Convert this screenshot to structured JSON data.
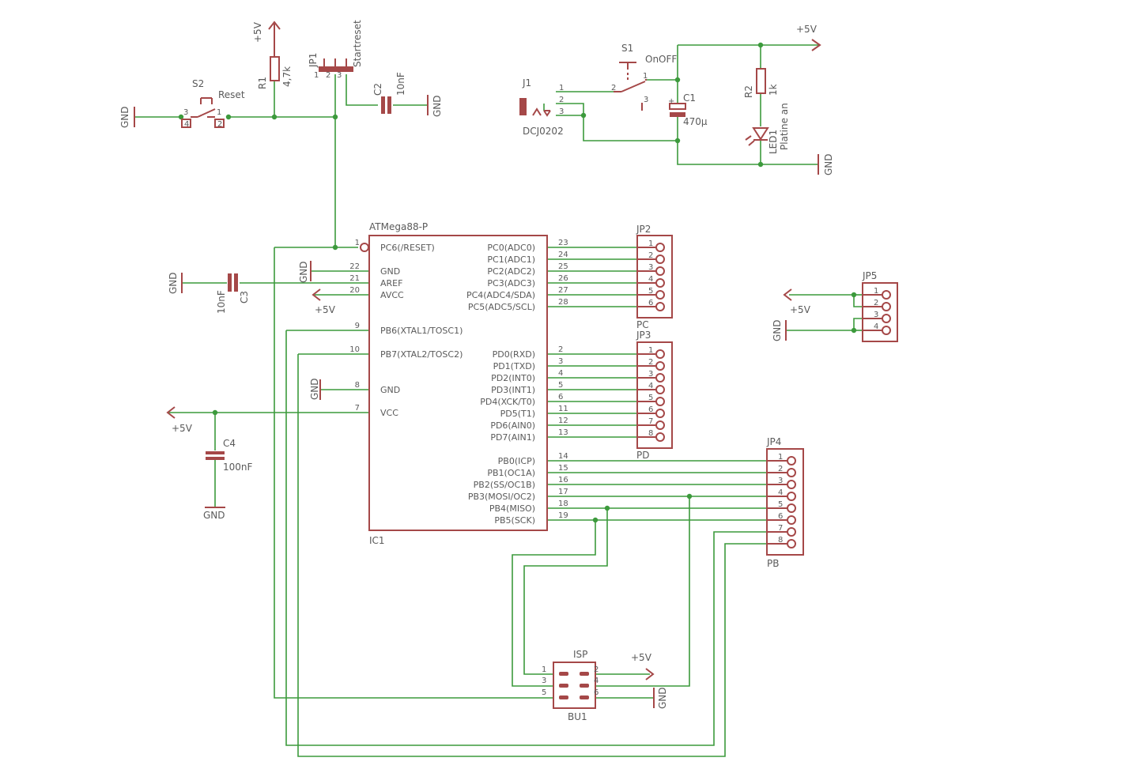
{
  "supply": {
    "vcc": "+5V",
    "gnd": "GND"
  },
  "reset": {
    "s2_ref": "S2",
    "s2_value": "Reset",
    "r1_ref": "R1",
    "r1_value": "4,7k",
    "jp1_ref": "JP1",
    "jp1_value": "Startreset",
    "c2_ref": "C2",
    "c2_value": "10nF"
  },
  "power": {
    "j1_ref": "J1",
    "j1_value": "DCJ0202",
    "s1_ref": "S1",
    "s1_value": "OnOFF",
    "c1_ref": "C1",
    "c1_value": "470µ",
    "r2_ref": "R2",
    "r2_value": "1k",
    "led_ref": "LED1",
    "led_value": "Platine an"
  },
  "mcu": {
    "ref": "IC1",
    "name": "ATMega88-P",
    "left_pins": [
      {
        "num": "1",
        "name": "PC6(/RESET)"
      },
      {
        "num": "22",
        "name": "GND"
      },
      {
        "num": "21",
        "name": "AREF"
      },
      {
        "num": "20",
        "name": "AVCC"
      },
      {
        "num": "9",
        "name": "PB6(XTAL1/TOSC1)"
      },
      {
        "num": "10",
        "name": "PB7(XTAL2/TOSC2)"
      },
      {
        "num": "8",
        "name": "GND"
      },
      {
        "num": "7",
        "name": "VCC"
      }
    ],
    "right_pins": [
      {
        "num": "23",
        "name": "PC0(ADC0)"
      },
      {
        "num": "24",
        "name": "PC1(ADC1)"
      },
      {
        "num": "25",
        "name": "PC2(ADC2)"
      },
      {
        "num": "26",
        "name": "PC3(ADC3)"
      },
      {
        "num": "27",
        "name": "PC4(ADC4/SDA)"
      },
      {
        "num": "28",
        "name": "PC5(ADC5/SCL)"
      },
      {
        "num": "2",
        "name": "PD0(RXD)"
      },
      {
        "num": "3",
        "name": "PD1(TXD)"
      },
      {
        "num": "4",
        "name": "PD2(INT0)"
      },
      {
        "num": "5",
        "name": "PD3(INT1)"
      },
      {
        "num": "6",
        "name": "PD4(XCK/T0)"
      },
      {
        "num": "11",
        "name": "PD5(T1)"
      },
      {
        "num": "12",
        "name": "PD6(AIN0)"
      },
      {
        "num": "13",
        "name": "PD7(AIN1)"
      },
      {
        "num": "14",
        "name": "PB0(ICP)"
      },
      {
        "num": "15",
        "name": "PB1(OC1A)"
      },
      {
        "num": "16",
        "name": "PB2(SS/OC1B)"
      },
      {
        "num": "17",
        "name": "PB3(MOSI/OC2)"
      },
      {
        "num": "18",
        "name": "PB4(MISO)"
      },
      {
        "num": "19",
        "name": "PB5(SCK)"
      }
    ]
  },
  "caps": {
    "c3_ref": "C3",
    "c3_value": "10nF",
    "c4_ref": "C4",
    "c4_value": "100nF"
  },
  "headers": {
    "jp2_ref": "JP2",
    "jp2_value": "PC",
    "jp3_ref": "JP3",
    "jp3_value": "PD",
    "jp4_ref": "JP4",
    "jp4_value": "PB",
    "jp5_ref": "JP5"
  },
  "isp": {
    "ref": "BU1",
    "name": "ISP"
  },
  "colors": {
    "wire": "#3c9a3c",
    "symbol": "#a54848",
    "text": "#5a5a5a"
  }
}
